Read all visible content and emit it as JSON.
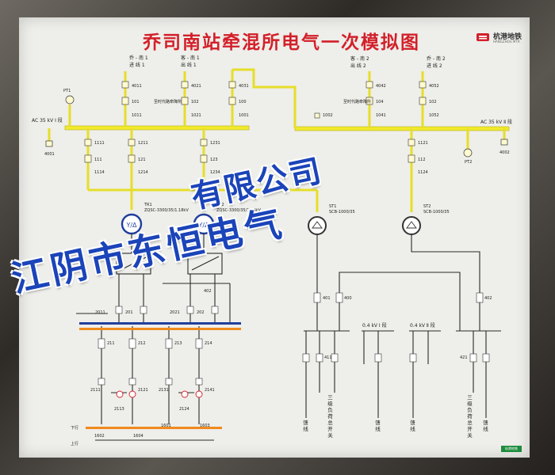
{
  "title": "乔司南站牵混所电气一次模拟图",
  "logo": {
    "name": "杭港地铁",
    "en": "HANGZHOU MTR"
  },
  "watermark": {
    "line1": "有限公司",
    "line2": "江阴市东恒电气"
  },
  "colors": {
    "title": "#d3202a",
    "bus35kv": "#f1ea2c",
    "bus04kv": "#2a2a2a",
    "bus750_neg": "#1f3f9e",
    "bus750_pos": "#f08a1c",
    "watermark": "#1b44b9"
  },
  "ac35": {
    "bus1_label": "AC 35 kV Ⅰ 段",
    "bus2_label": "AC 35 kV Ⅱ 段",
    "feeders_left": [
      {
        "line1": "乔 - 南 1",
        "line2": "进 线 1",
        "sw_top": "4011",
        "brk": "101",
        "sw_bot": "1011"
      },
      {
        "line1": "客 - 南 1",
        "line2": "出 线 1",
        "sw_top": "4021",
        "brk": "102",
        "sw_bot": "1021",
        "note": "至时代路牵降所"
      },
      {
        "sw_top": "4031",
        "brk": "100",
        "sw_bot": "1001"
      }
    ],
    "feeders_right": [
      {
        "line1": "客 - 南 2",
        "line2": "出 线 2",
        "sw_top": "4042",
        "brk": "104",
        "sw_bot": "1041",
        "note": "至时代路牵降所"
      },
      {
        "line1": "乔 - 南 2",
        "line2": "进 线 2",
        "sw_top": "4052",
        "brk": "102",
        "sw_bot": "1052"
      }
    ],
    "pt1": "PT1",
    "pt2": "PT2",
    "pt1_sw": "4001",
    "pt2_sw": "4002",
    "tie_sw": "1002",
    "down_left": [
      {
        "sw1": "1111",
        "brk": "111",
        "sw2": "1114"
      },
      {
        "sw1": "1211",
        "brk": "121",
        "sw2": "1214"
      },
      {
        "sw1": "1231",
        "brk": "123",
        "sw2": "1234"
      }
    ],
    "down_right": {
      "sw1": "1121",
      "brk": "112",
      "sw2": "1124"
    }
  },
  "transformers": [
    {
      "name": "TR1",
      "model": "ZQSC-3300/35/1.18kV"
    },
    {
      "name": "TR2",
      "model": "ZQSC-3300/35/1.18kV"
    },
    {
      "name": "ST1",
      "model": "SCB-1000/35"
    },
    {
      "name": "ST2",
      "model": "SCB-1000/35"
    }
  ],
  "dc": {
    "labels": {
      "neg": "下行",
      "pos": "上行"
    },
    "rect_sw": [
      "201",
      "202"
    ],
    "neg_sw": [
      "2011",
      "2021"
    ],
    "feeder_sw": [
      "211",
      "212",
      "213",
      "214"
    ],
    "motor_sw": [
      "2111",
      "2121",
      "2131",
      "2141"
    ],
    "motor_sw2": [
      "2113",
      "2124"
    ],
    "ends": [
      "1602",
      "1604",
      "1601",
      "1603"
    ],
    "rect_note": "402"
  },
  "lv": {
    "bus1_label": "0.4 kV Ⅰ 段",
    "bus2_label": "0.4 kV Ⅱ 段",
    "main_sw": [
      "401",
      "400",
      "402"
    ],
    "feeder_codes": [
      "411",
      "421"
    ],
    "feeder_words": [
      "馈 线",
      "馈 线",
      "馈 线",
      "馈 线"
    ],
    "load_left": "三级负荷总开关",
    "load_right": "三级负荷总开关"
  },
  "plate": "杭港地铁"
}
